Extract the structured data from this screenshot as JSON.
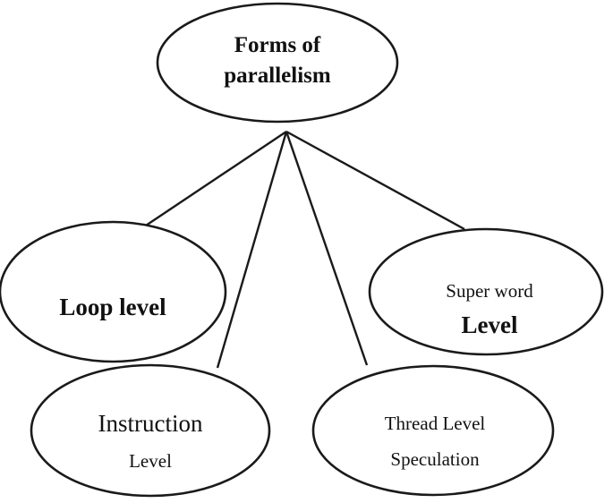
{
  "diagram": {
    "root": {
      "line1": "Forms of",
      "line2": "parallelism"
    },
    "loop": {
      "label": "Loop level"
    },
    "instruction": {
      "line1": "Instruction",
      "line2": "Level"
    },
    "thread": {
      "line1": "Thread Level",
      "line2": "Speculation"
    },
    "superword": {
      "line1": "Super word",
      "line2": "Level"
    }
  },
  "colors": {
    "stroke": "#1a1a1a",
    "text": "#111111",
    "background": "#ffffff"
  }
}
